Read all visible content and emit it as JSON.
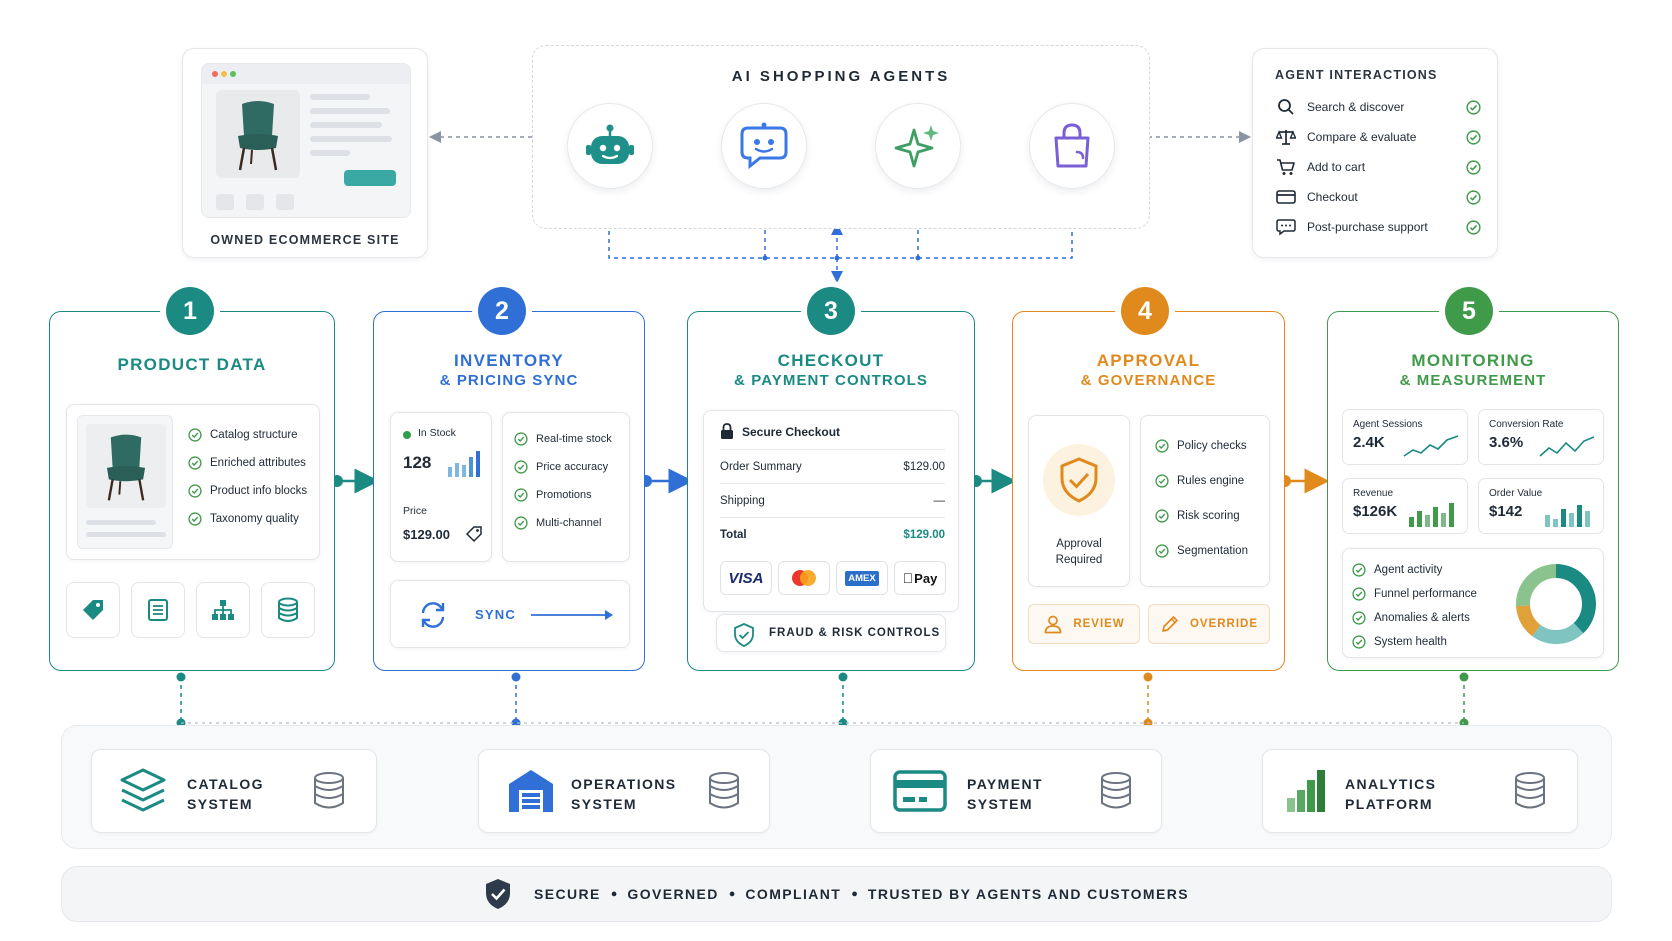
{
  "site": {
    "label": "OWNED ECOMMERCE SITE"
  },
  "agents": {
    "title": "AI SHOPPING AGENTS",
    "items": [
      {
        "icon": "robot-icon",
        "color": "#1f8f8a"
      },
      {
        "icon": "chat-bot-icon",
        "color": "#3b78e7"
      },
      {
        "icon": "sparkle-icon",
        "color": "#3f9e63"
      },
      {
        "icon": "shopping-bag-icon",
        "color": "#7b5fd6"
      }
    ]
  },
  "interactions": {
    "title": "AGENT INTERACTIONS",
    "items": [
      {
        "icon": "search-icon",
        "label": "Search & discover"
      },
      {
        "icon": "scales-icon",
        "label": "Compare & evaluate"
      },
      {
        "icon": "cart-icon",
        "label": "Add to cart"
      },
      {
        "icon": "credit-card-icon",
        "label": "Checkout"
      },
      {
        "icon": "chat-icon",
        "label": "Post-purchase support"
      }
    ]
  },
  "steps": {
    "s1": {
      "number": "1",
      "color": "#1a8a82",
      "title": "PRODUCT DATA",
      "checks": [
        "Catalog structure",
        "Enriched attributes",
        "Product info blocks",
        "Taxonomy quality"
      ],
      "tiles": [
        "tag-icon",
        "list-icon",
        "hierarchy-icon",
        "database-icon"
      ]
    },
    "s2": {
      "number": "2",
      "color": "#2f6fd6",
      "title": "INVENTORY",
      "subtitle": "& PRICING SYNC",
      "stock_label": "In Stock",
      "stock_value": "128",
      "price_label": "Price",
      "price_value": "$129.00",
      "checks": [
        "Real-time stock",
        "Price accuracy",
        "Promotions",
        "Multi-channel"
      ],
      "sync_label": "SYNC"
    },
    "s3": {
      "number": "3",
      "color": "#1a8a82",
      "title": "CHECKOUT",
      "subtitle": "& PAYMENT CONTROLS",
      "secure_label": "Secure Checkout",
      "rows": [
        {
          "label": "Order Summary",
          "value": "$129.00"
        },
        {
          "label": "Shipping",
          "value": "—"
        },
        {
          "label": "Total",
          "value": "$129.00"
        }
      ],
      "cards": [
        "VISA",
        "mastercard",
        "AMEX",
        "Pay"
      ],
      "fraud_label": "FRAUD & RISK CONTROLS"
    },
    "s4": {
      "number": "4",
      "color": "#e08a1e",
      "title": "APPROVAL",
      "subtitle": "& GOVERNANCE",
      "approval_label": "Approval Required",
      "checks": [
        "Policy checks",
        "Rules engine",
        "Risk scoring",
        "Segmentation"
      ],
      "review_label": "REVIEW",
      "override_label": "OVERRIDE"
    },
    "s5": {
      "number": "5",
      "color": "#3f9a4a",
      "title": "MONITORING",
      "subtitle": "& MEASUREMENT",
      "metrics": [
        {
          "label": "Agent Sessions",
          "value": "2.4K"
        },
        {
          "label": "Conversion Rate",
          "value": "3.6%"
        },
        {
          "label": "Revenue",
          "value": "$126K"
        },
        {
          "label": "Order Value",
          "value": "$142"
        }
      ],
      "checks": [
        "Agent activity",
        "Funnel performance",
        "Anomalies & alerts",
        "System health"
      ],
      "donut_shares": [
        0.38,
        0.22,
        0.14,
        0.26
      ]
    }
  },
  "systems": [
    {
      "line1": "CATALOG",
      "line2": "SYSTEM",
      "icon": "layers-icon"
    },
    {
      "line1": "OPERATIONS",
      "line2": "SYSTEM",
      "icon": "warehouse-icon"
    },
    {
      "line1": "PAYMENT",
      "line2": "SYSTEM",
      "icon": "payment-card-icon"
    },
    {
      "line1": "ANALYTICS",
      "line2": "PLATFORM",
      "icon": "bar-chart-icon"
    }
  ],
  "footer": {
    "words": [
      "SECURE",
      "GOVERNED",
      "COMPLIANT",
      "TRUSTED BY AGENTS AND CUSTOMERS"
    ]
  }
}
